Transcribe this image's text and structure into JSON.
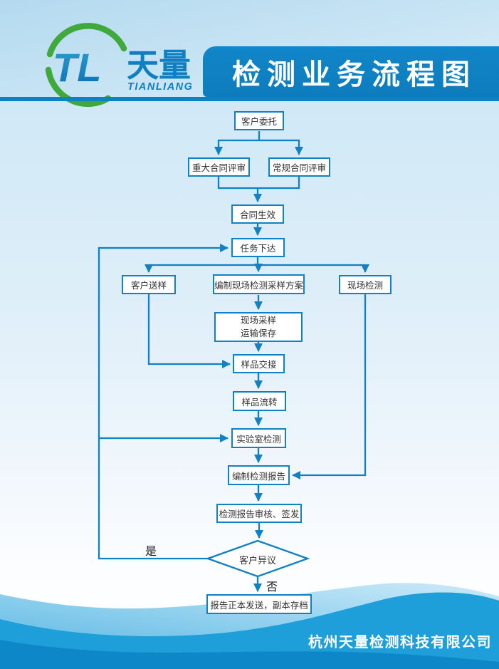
{
  "logo": {
    "tl": "TL",
    "cn": "天量",
    "en": "TIANLIANG"
  },
  "header": {
    "title": "检测业务流程图"
  },
  "flow": {
    "nodes": {
      "customer_commission": "客户委托",
      "major_contract_review": "重大合同评审",
      "regular_contract_review": "常规合同评审",
      "contract_effective": "合同生效",
      "task_assignment": "任务下达",
      "customer_sample_delivery": "客户送样",
      "sampling_plan": "编制现场检测采样方案",
      "onsite_testing": "现场检测",
      "onsite_sampling_line1": "现场采样",
      "onsite_sampling_line2": "运输保存",
      "sample_handover": "样品交接",
      "sample_circulation": "样品流转",
      "lab_testing": "实验室检测",
      "report_preparation": "编制检测报告",
      "report_review": "检测报告审核、签发",
      "customer_objection": "客户异议",
      "report_dispatch": "报告正本发送，副本存档"
    },
    "labels": {
      "yes": "是",
      "no": "否"
    },
    "edges": [
      {
        "from": "customer_commission",
        "to": "major_contract_review"
      },
      {
        "from": "customer_commission",
        "to": "regular_contract_review"
      },
      {
        "from": "major_contract_review",
        "to": "contract_effective"
      },
      {
        "from": "regular_contract_review",
        "to": "contract_effective"
      },
      {
        "from": "contract_effective",
        "to": "task_assignment"
      },
      {
        "from": "task_assignment",
        "to": "customer_sample_delivery"
      },
      {
        "from": "task_assignment",
        "to": "sampling_plan"
      },
      {
        "from": "task_assignment",
        "to": "onsite_testing"
      },
      {
        "from": "sampling_plan",
        "to": "onsite_sampling"
      },
      {
        "from": "onsite_sampling",
        "to": "sample_handover"
      },
      {
        "from": "customer_sample_delivery",
        "to": "sample_handover"
      },
      {
        "from": "sample_handover",
        "to": "sample_circulation"
      },
      {
        "from": "sample_circulation",
        "to": "lab_testing"
      },
      {
        "from": "lab_testing",
        "to": "report_preparation"
      },
      {
        "from": "onsite_testing",
        "to": "report_preparation"
      },
      {
        "from": "report_preparation",
        "to": "report_review"
      },
      {
        "from": "report_review",
        "to": "customer_objection"
      },
      {
        "from": "customer_objection",
        "to": "task_assignment",
        "label": "是"
      },
      {
        "from": "customer_objection",
        "to": "lab_testing",
        "label": "是"
      },
      {
        "from": "customer_objection",
        "to": "report_dispatch",
        "label": "否"
      }
    ]
  },
  "footer": {
    "company": "杭州天量检测科技有限公司"
  },
  "colors": {
    "accent_line": "#1181c5",
    "title_bar": "#0e80c1",
    "header_rule": "#0e81c2",
    "logo_green": "#3fa93c",
    "logo_blue": "#0e7fc2",
    "wave_light": "#55b6e3",
    "wave_mid": "#1f9fda",
    "wave_dark": "#0d87c7",
    "node_border": "#1181c5",
    "node_text": "#333333"
  }
}
